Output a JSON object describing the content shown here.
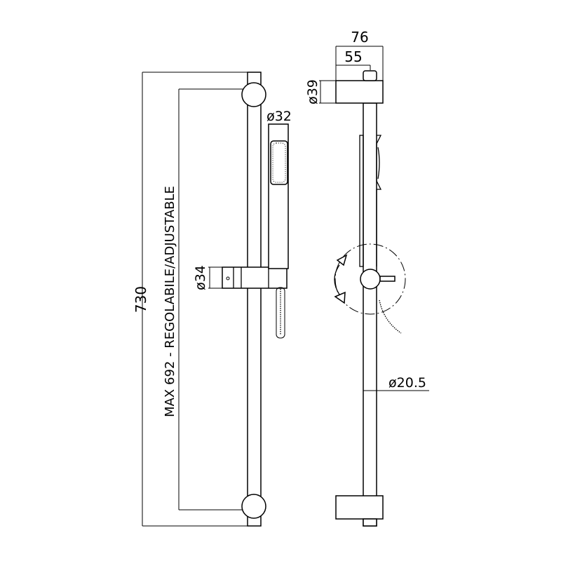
{
  "front_view": {
    "overall_length": "730",
    "adjustable_length": "MAX 692 - REGOLABILE/ADJUSTABLE",
    "slider_diameter": "ø34",
    "handshower_diameter": "ø32"
  },
  "side_view": {
    "bracket_depth": "76",
    "rail_offset": "55",
    "bracket_diameter": "ø39",
    "rail_diameter": "ø20.5"
  }
}
